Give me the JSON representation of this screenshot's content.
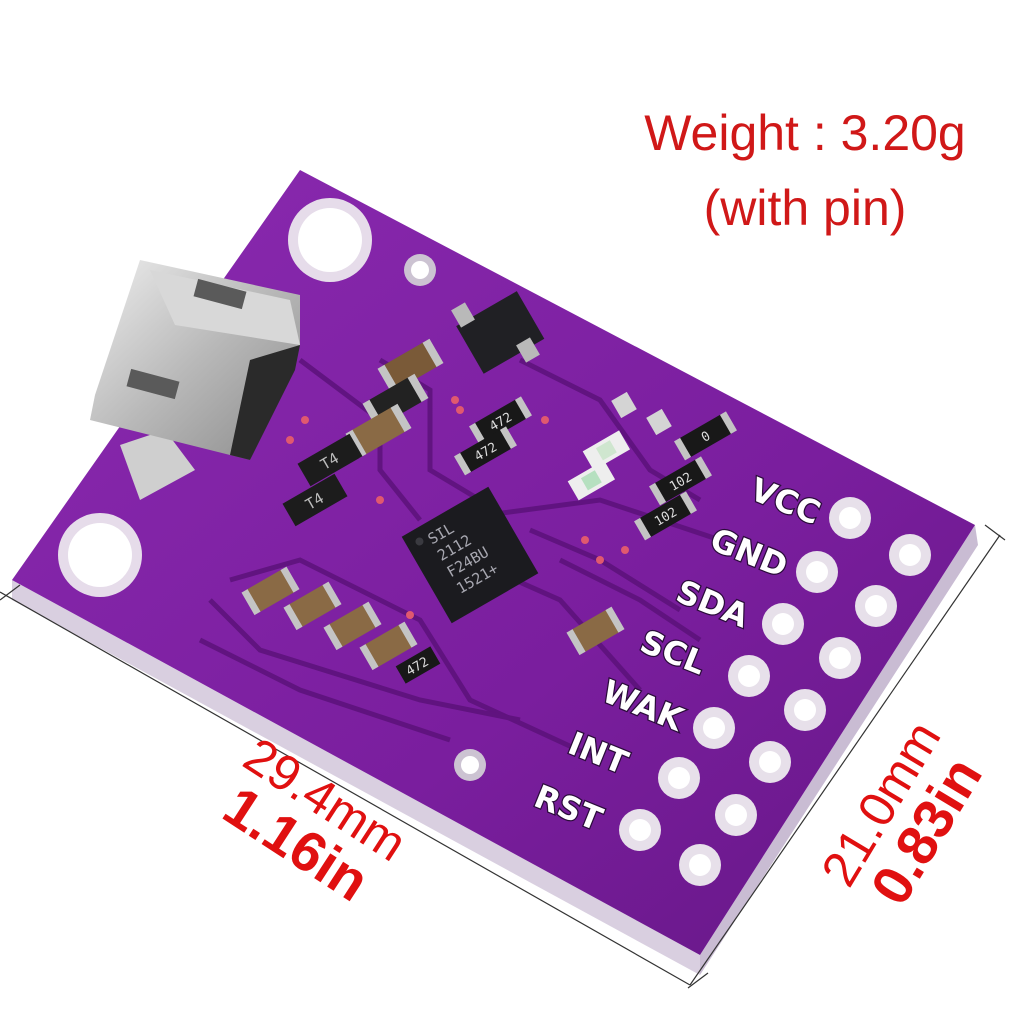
{
  "weight": {
    "line1": "Weight : 3.20g",
    "line2": "(with pin)"
  },
  "dimensions": {
    "width_mm": "29.4mm",
    "width_in": "1.16in",
    "height_mm": "21.0mm",
    "height_in": "0.83in"
  },
  "pin_labels": [
    "VCC",
    "GND",
    "SDA",
    "SCL",
    "WAK",
    "INT",
    "RST"
  ],
  "chip_marking": [
    "SIL",
    "2112",
    "F24BU",
    "1521+"
  ],
  "resistor_markings": [
    "472",
    "472",
    "102",
    "102",
    "472",
    "0"
  ],
  "colors": {
    "board": "#7a1e9e",
    "annotation": "#e01010",
    "chip": "#1b1b1f"
  }
}
